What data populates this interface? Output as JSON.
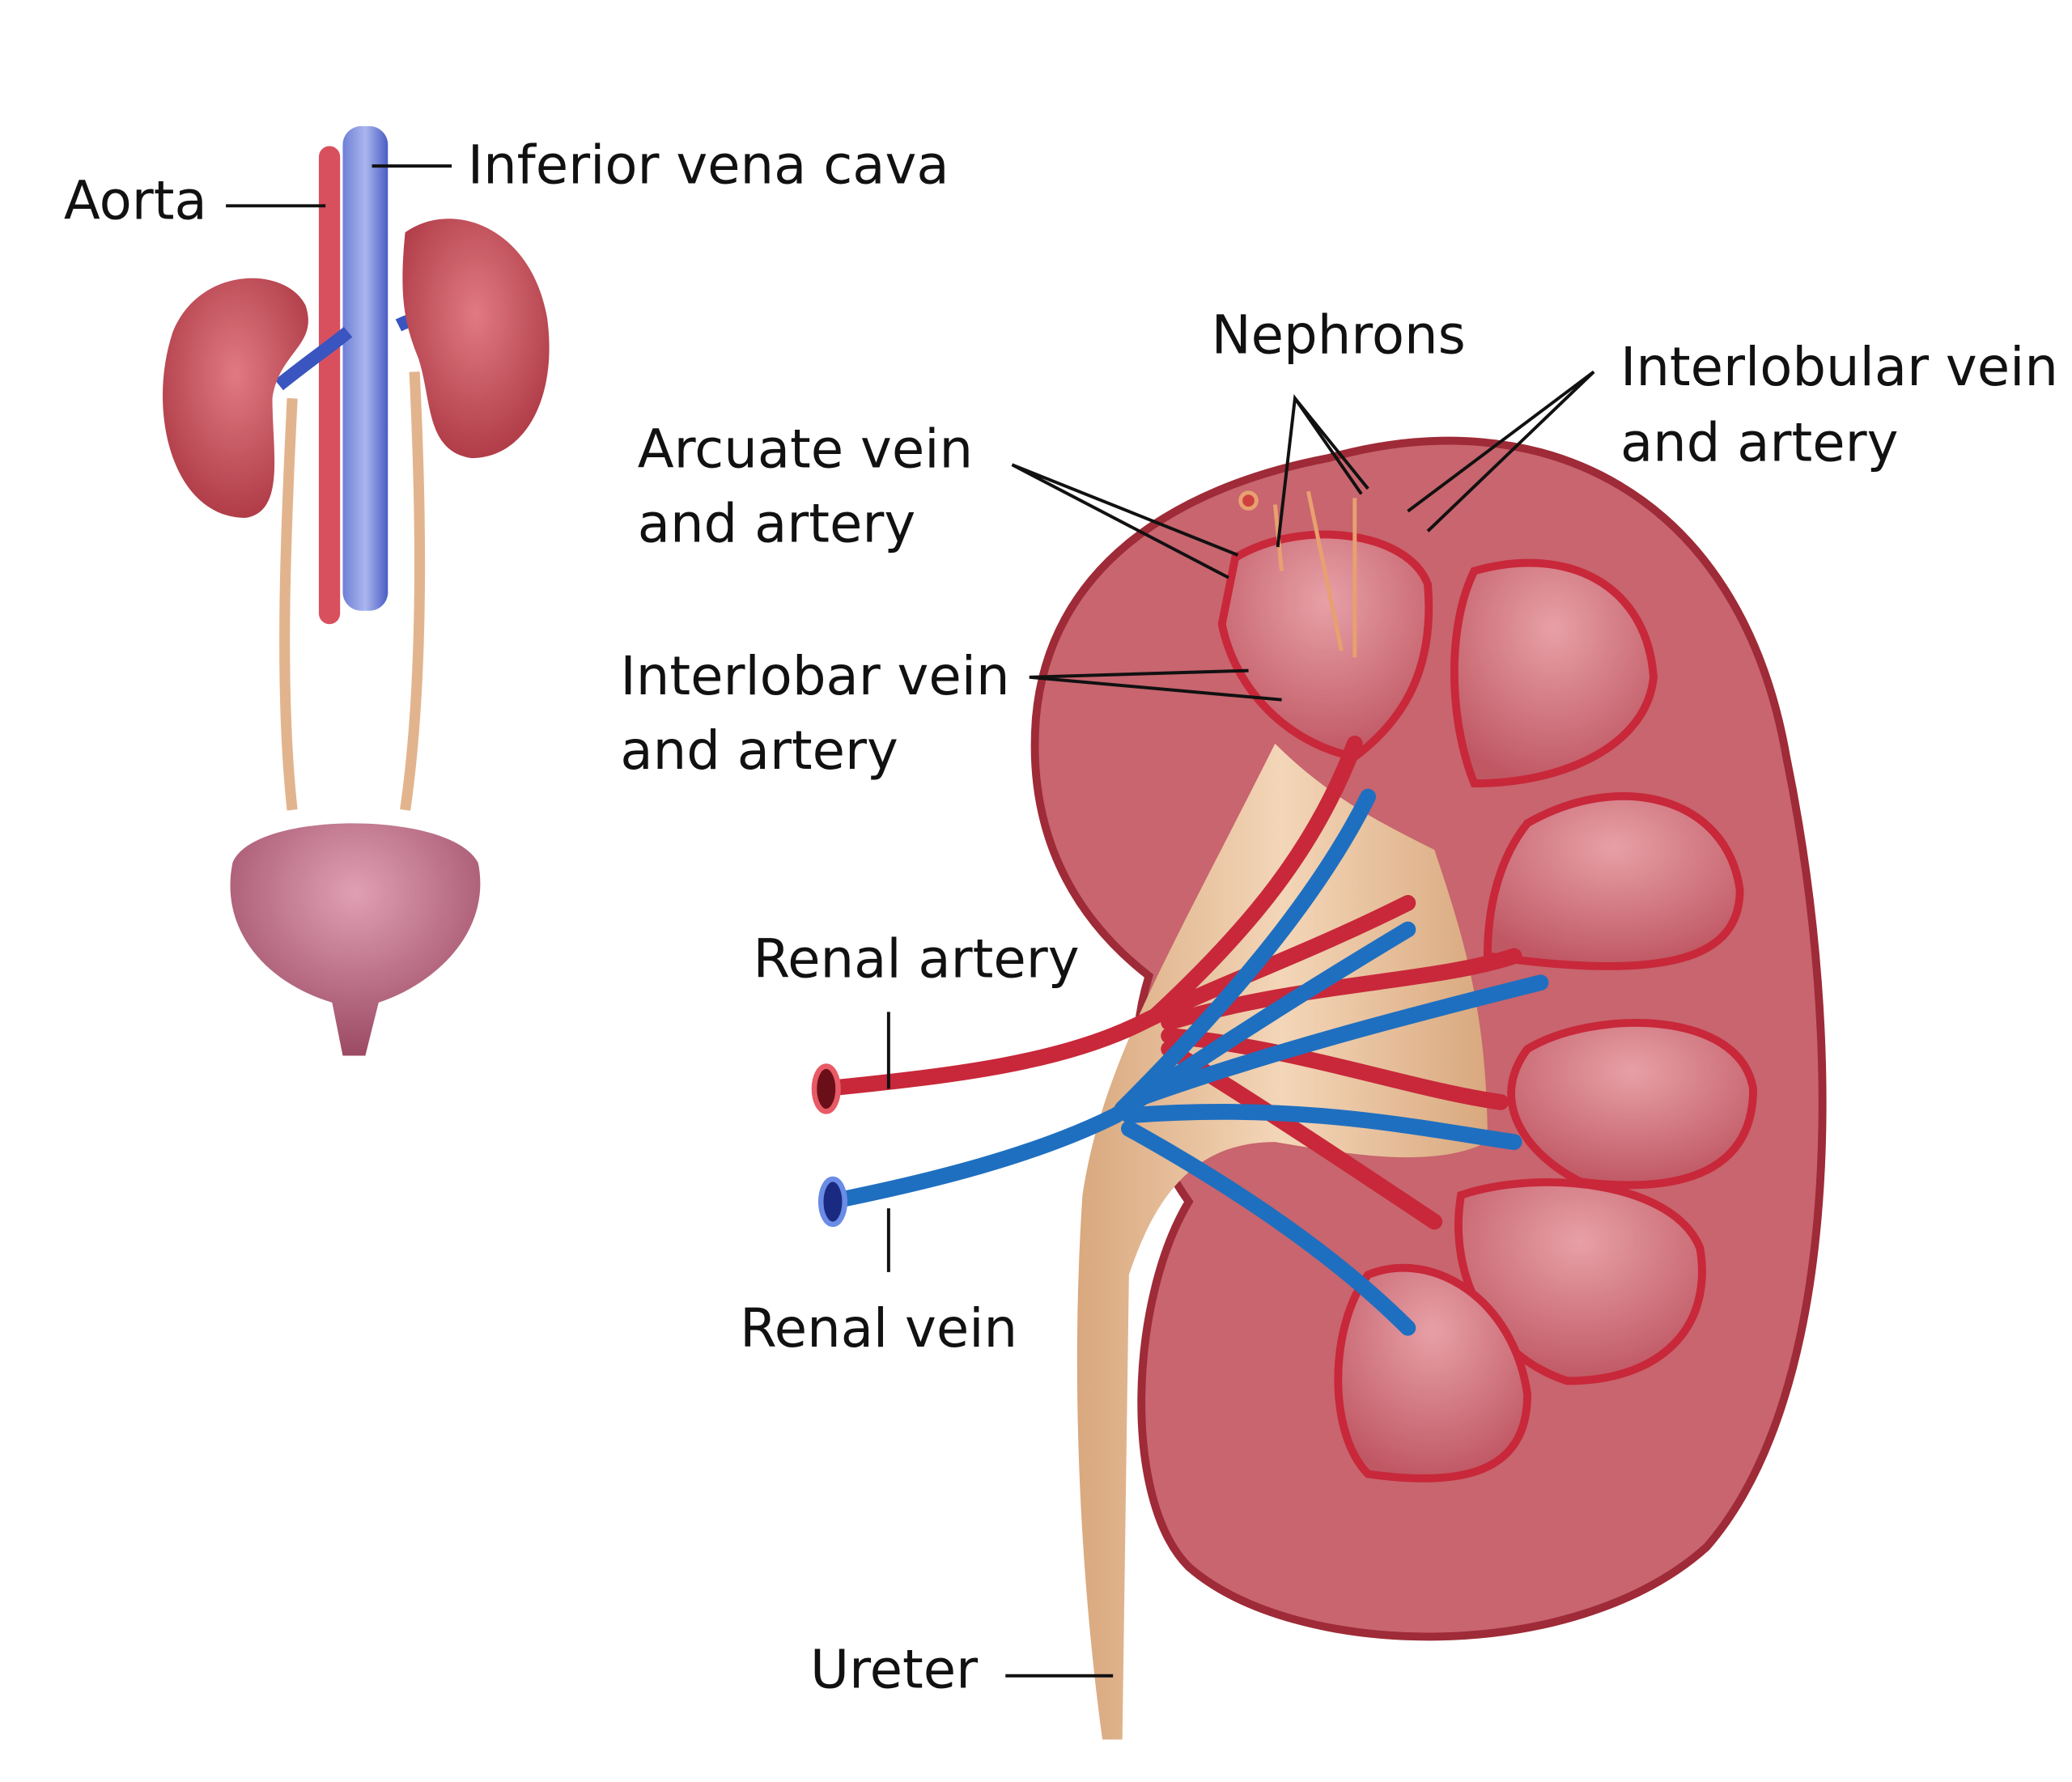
{
  "labels": {
    "aorta": "Aorta",
    "inferior_vena_cava": "Inferior vena cava",
    "nephrons": "Nephrons",
    "interlobular_line1": "Interlobular vein",
    "interlobular_line2": "and artery",
    "arcuate_line1": "Arcuate vein",
    "arcuate_line2": "and artery",
    "interlobar_line1": "Interlobar vein",
    "interlobar_line2": "and artery",
    "renal_artery": "Renal artery",
    "renal_vein": "Renal vein",
    "ureter": "Ureter"
  },
  "colors": {
    "cortex": "#c8656e",
    "cortex_dark": "#9e2b37",
    "medulla": "#d98a92",
    "artery": "#c8283a",
    "vein": "#1f6fc0",
    "ureter": "#e8c4a0",
    "bladder": "#b8607a"
  }
}
